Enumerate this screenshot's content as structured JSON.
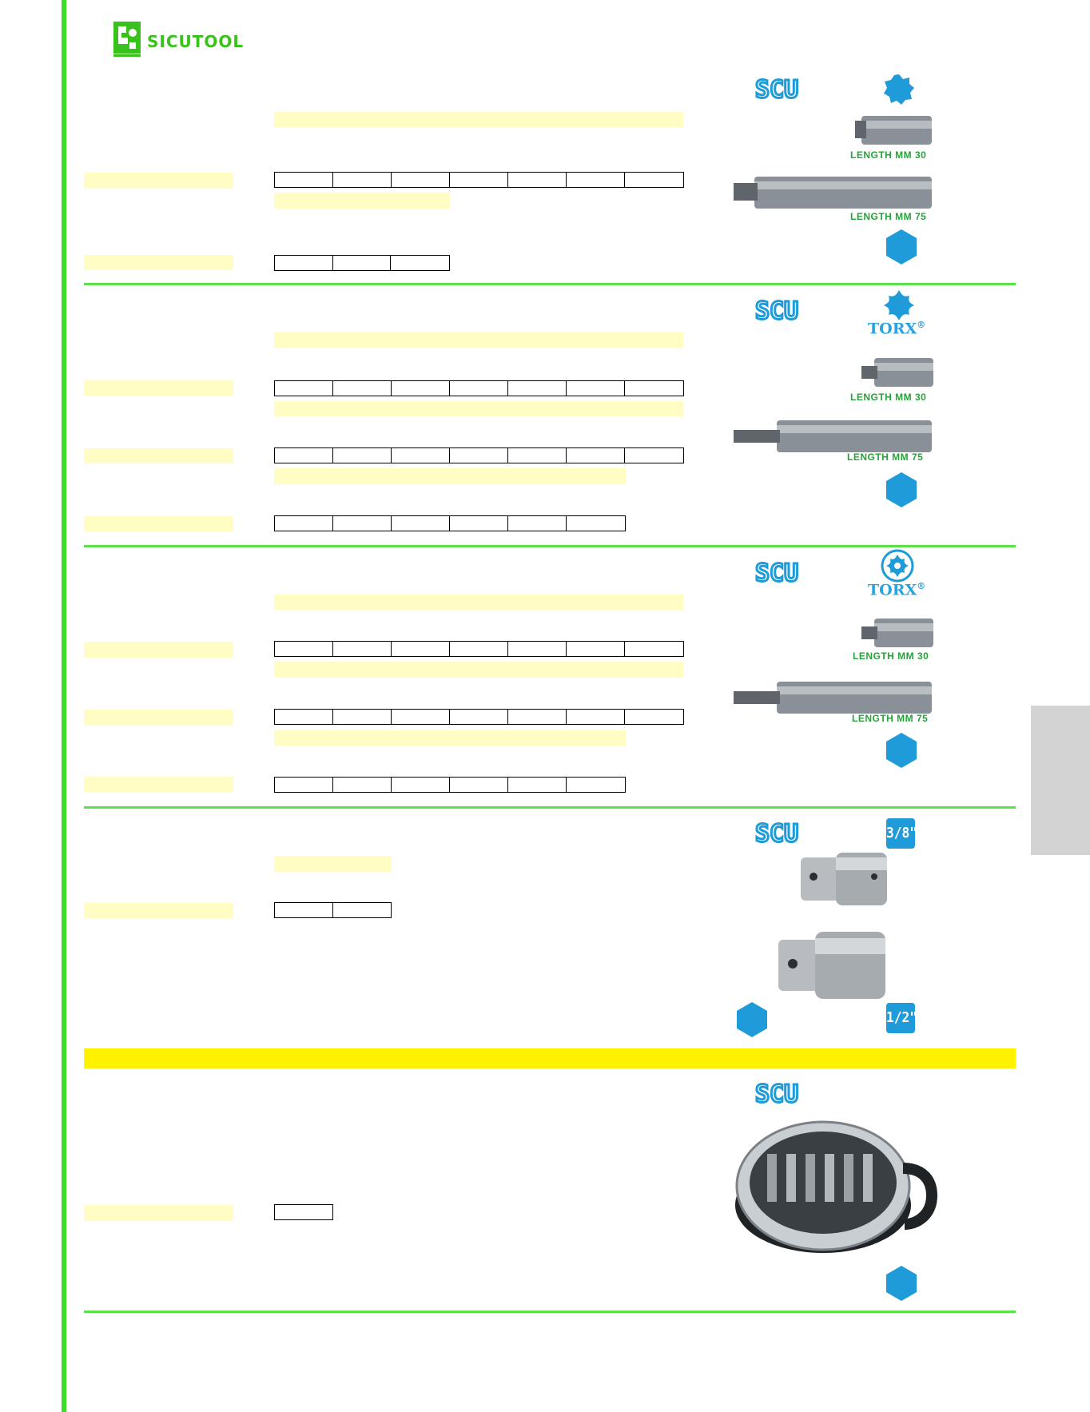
{
  "brand": {
    "name": "SICUTOOL",
    "mark": "SCU"
  },
  "labels": {
    "length_30": "LENGTH MM 30",
    "length_75": "LENGTH MM 75",
    "torx": "TORX",
    "registered": "®",
    "drive_38": "3/8\"",
    "drive_12": "1/2\""
  },
  "colors": {
    "accent_green": "#39e024",
    "brand_blue": "#1e9bd8",
    "highlight": "#fffcc4",
    "band_yellow": "#fff200"
  }
}
